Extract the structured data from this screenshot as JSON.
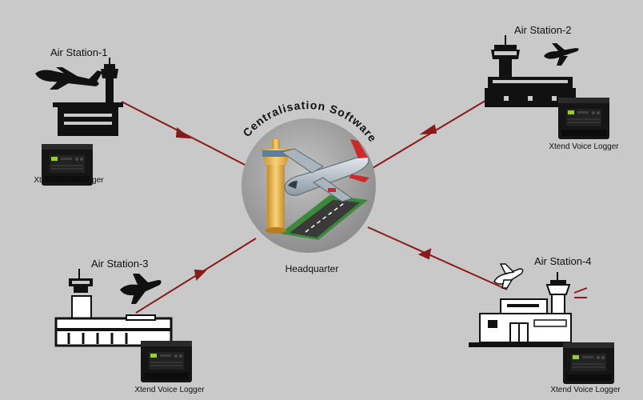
{
  "hub": {
    "arc_title": "Centralisation Software",
    "label": "Headquarter"
  },
  "stations": [
    {
      "id": "air-station-1",
      "name": "Air Station-1",
      "logger": "Xtend Voice Logger"
    },
    {
      "id": "air-station-2",
      "name": "Air Station-2",
      "logger": "Xtend Voice Logger"
    },
    {
      "id": "air-station-3",
      "name": "Air Station-3",
      "logger": "Xtend Voice Logger"
    },
    {
      "id": "air-station-4",
      "name": "Air Station-4",
      "logger": "Xtend Voice Logger"
    }
  ],
  "colors": {
    "background": "#c9c9c9",
    "connector": "#8a1a1a",
    "building": "#111111",
    "hub_circle": "#9a9a9a",
    "tower": "#e8b54a",
    "runway": "#3b8a3b",
    "plane_body": "#b8c2cc",
    "plane_accent": "#cc2a2a"
  },
  "icons": [
    "airplane-icon",
    "control-tower-icon",
    "terminal-building-icon",
    "voice-logger-device-icon",
    "runway-icon"
  ]
}
